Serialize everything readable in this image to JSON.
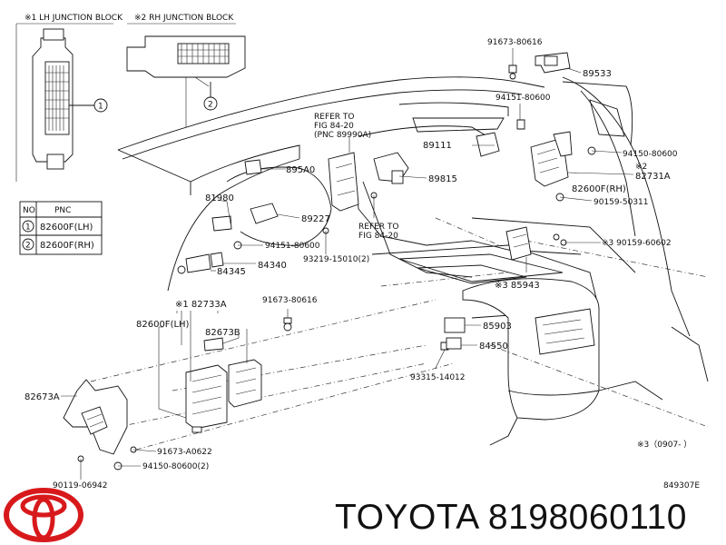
{
  "insets": {
    "lh_title": "※1 LH JUNCTION BLOCK",
    "rh_title": "※2 RH JUNCTION BLOCK",
    "lh_marker": "1",
    "rh_marker": "2"
  },
  "pnc_table": {
    "headers": [
      "NO.",
      "PNC"
    ],
    "rows": [
      {
        "no": "1",
        "pnc": "82600F(LH)"
      },
      {
        "no": "2",
        "pnc": "82600F(RH)"
      }
    ]
  },
  "labels": {
    "p91673_80616_top": "91673-80616",
    "p89533": "89533",
    "p94151_80600_top": "94151-80600",
    "refer1_a": "REFER TO",
    "refer1_b": "FIG 84-20",
    "refer1_c": "(PNC 89990A)",
    "p89111": "89111",
    "p895a0": "895A0",
    "p89815": "89815",
    "p94150_80600": "94150-80600",
    "p82731a": "※2",
    "p82731a_b": "82731A",
    "p82600f_rh": "82600F(RH)",
    "p90159_50311": "90159-50311",
    "p81980": "81980",
    "p89227": "89227",
    "refer2_a": "REFER TO",
    "refer2_b": "FIG 84-20",
    "p90159_60602": "※3 90159-60602",
    "p94151_80600_mid": "94151-80600",
    "p93219": "93219-15010(2)",
    "p84340": "84340",
    "p84345": "84345",
    "p85943": "※3  85943",
    "p82733a": "※1  82733A",
    "p91673_80616_mid": "91673-80616",
    "p82600f_lh": "82600F(LH)",
    "p82673b": "82673B",
    "p85903": "85903",
    "p84550": "84550",
    "p93315": "93315-14012",
    "p82673a": "82673A",
    "p91673_a0622": "91673-A0622",
    "p94150_80600_2": "94150-80600(2)",
    "p90119": "90119-06942",
    "note3": "※3（0907-     ）",
    "ref_code": "849307E"
  },
  "brand": {
    "text": "TOYOTA 8198060110",
    "logo_color": "#d8191c"
  }
}
